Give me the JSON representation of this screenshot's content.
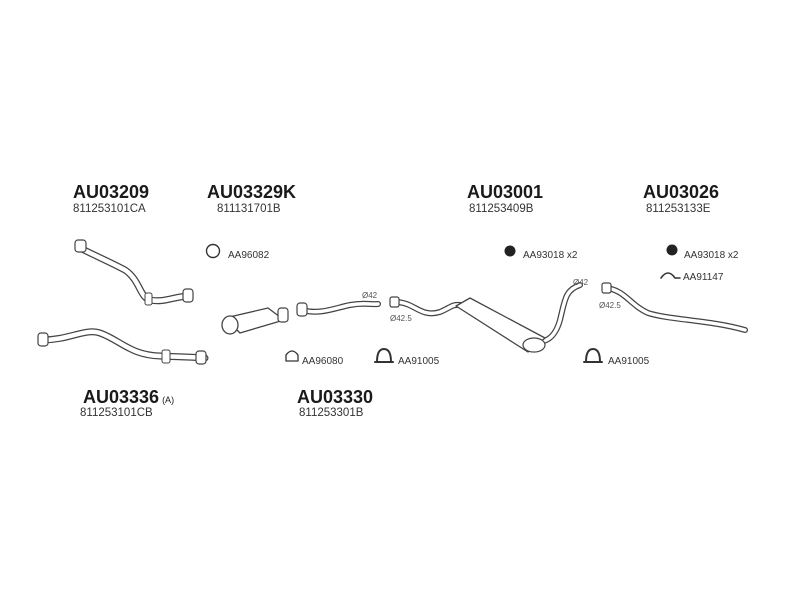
{
  "parts": [
    {
      "part_no": "AU03209",
      "oe_no": "811253101CA"
    },
    {
      "part_no": "AU03329K",
      "oe_no": "811131701B"
    },
    {
      "part_no": "AU03001",
      "oe_no": "811253409B"
    },
    {
      "part_no": "AU03026",
      "oe_no": "811253133E"
    },
    {
      "part_no": "AU03336",
      "suffix": "(A)",
      "oe_no": "811253101CB"
    },
    {
      "part_no": "AU03330",
      "oe_no": "811253301B"
    }
  ],
  "accessories": [
    {
      "code": "AA96082",
      "icon": "gasket-ring-icon"
    },
    {
      "code": "AA96080",
      "icon": "flange-gasket-icon"
    },
    {
      "code": "AA91005",
      "icon": "clamp-icon"
    },
    {
      "code": "AA93018 x2",
      "icon": "rubber-mount-icon"
    },
    {
      "code": "AA93018 x2",
      "icon": "rubber-mount-icon"
    },
    {
      "code": "AA91147",
      "icon": "hanger-icon"
    },
    {
      "code": "AA91005",
      "icon": "clamp-icon"
    }
  ],
  "diameters": [
    "Ø42",
    "Ø42.5",
    "Ø42",
    "Ø42.5"
  ]
}
